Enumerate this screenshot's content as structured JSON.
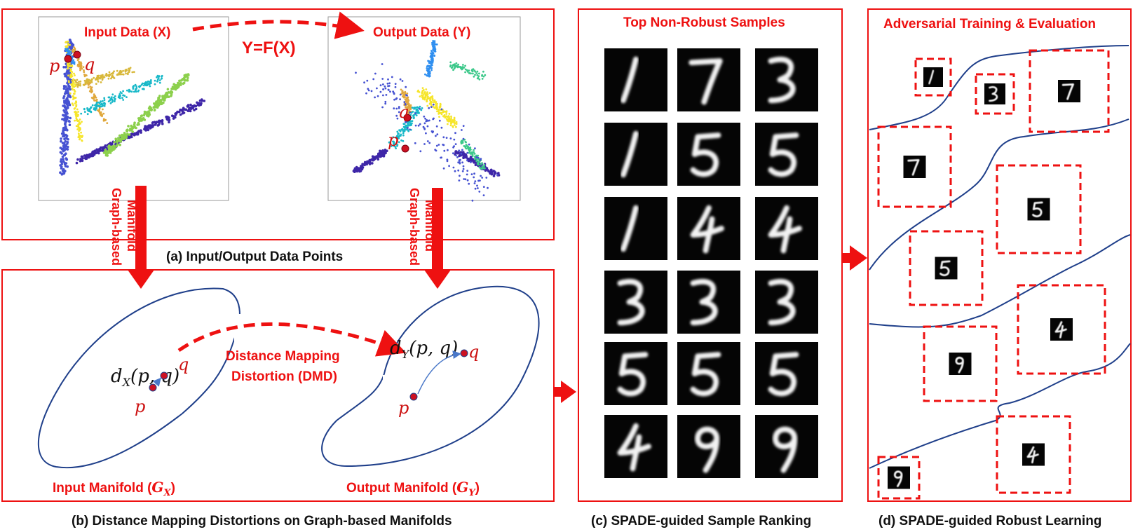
{
  "colors": {
    "accent_red": "#ee1111",
    "manifold_blue": "#1f3f8a",
    "caption_black": "#111111"
  },
  "panel_a": {
    "input_title": "Input Data (X)",
    "output_title": "Output Data (Y)",
    "mapping": "Y=F(X)",
    "point_p": "p",
    "point_q": "q",
    "graph_label_1": "Graph-based",
    "graph_label_2": "Manifold",
    "caption": "(a) Input/Output Data Points"
  },
  "panel_b": {
    "dist_x_label": "d",
    "dist_x_sub": "X",
    "dist_x_args": "(p, q)",
    "dist_y_label": "d",
    "dist_y_sub": "Y",
    "dist_y_args": "(p, q)",
    "dmd_line1": "Distance Mapping",
    "dmd_line2": "Distortion (DMD)",
    "input_manifold": "Input Manifold (",
    "input_manifold_sym": "G",
    "input_manifold_sub": "X",
    "output_manifold": "Output Manifold (",
    "output_manifold_sym": "G",
    "output_manifold_sub": "Y",
    "close_paren": ")",
    "caption": "(b) Distance Mapping Distortions on Graph-based Manifolds"
  },
  "panel_c": {
    "title": "Top Non-Robust Samples",
    "caption": "(c) SPADE-guided Sample Ranking",
    "digits": [
      [
        "1",
        "7",
        "3"
      ],
      [
        "1",
        "5",
        "5"
      ],
      [
        "1",
        "4",
        "4"
      ],
      [
        "3",
        "3",
        "3"
      ],
      [
        "5",
        "5",
        "5"
      ],
      [
        "4",
        "9",
        "9"
      ]
    ]
  },
  "panel_d": {
    "title": "Adversarial Training & Evaluation",
    "caption": "(d) SPADE-guided Robust Learning",
    "digits": [
      "1",
      "3",
      "7",
      "7",
      "5",
      "5",
      "4",
      "9",
      "4",
      "9"
    ]
  }
}
